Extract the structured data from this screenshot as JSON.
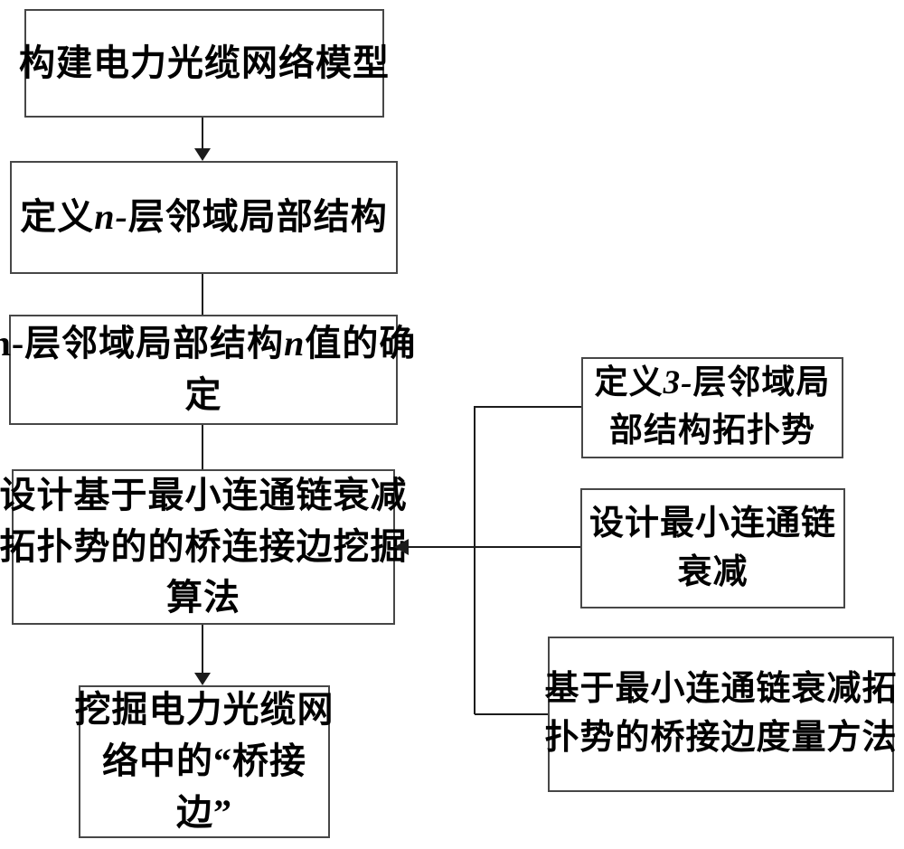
{
  "diagram": {
    "type": "flowchart",
    "language": "zh",
    "colors": {
      "box_border": "#474747",
      "connector_line": "#1c1c1c",
      "text": "#000000",
      "background": "#ffffff"
    },
    "boxes": [
      {
        "id": "build-power-cable-network-model",
        "lines": [
          [
            {
              "t": "构建电力光缆网络模型"
            }
          ]
        ]
      },
      {
        "id": "define-n-layer-neighborhood-structure",
        "lines": [
          [
            {
              "t": "定义"
            },
            {
              "t": "n-",
              "i": true
            },
            {
              "t": "层邻域局部结构"
            }
          ]
        ]
      },
      {
        "id": "determine-n-value",
        "lines": [
          [
            {
              "t": "n-层邻域局部结构"
            },
            {
              "t": "n",
              "i": true
            },
            {
              "t": "值的确"
            }
          ],
          [
            {
              "t": "定"
            }
          ]
        ]
      },
      {
        "id": "design-bridge-edge-mining-algorithm",
        "lines": [
          [
            {
              "t": "设计基于最小连通链衰减"
            }
          ],
          [
            {
              "t": "拓扑势的的桥连接边挖掘"
            }
          ],
          [
            {
              "t": "算法"
            }
          ]
        ]
      },
      {
        "id": "mine-bridge-edges-in-network",
        "lines": [
          [
            {
              "t": "挖掘电力光缆网"
            }
          ],
          [
            {
              "t": "络中的“桥接"
            }
          ],
          [
            {
              "t": "边”"
            }
          ]
        ]
      },
      {
        "id": "define-3-layer-topological-potential",
        "lines": [
          [
            {
              "t": "定义"
            },
            {
              "t": "3-",
              "i": true
            },
            {
              "t": "层邻域局"
            }
          ],
          [
            {
              "t": "部结构拓扑势"
            }
          ]
        ]
      },
      {
        "id": "design-min-connected-chain-attenuation",
        "lines": [
          [
            {
              "t": "设计最小连通链"
            }
          ],
          [
            {
              "t": "衰减"
            }
          ]
        ]
      },
      {
        "id": "bridge-edge-measurement-method",
        "lines": [
          [
            {
              "t": "基于最小连通链衰减拓"
            }
          ],
          [
            {
              "t": "扑势的桥接边度量方法"
            }
          ]
        ]
      }
    ]
  }
}
